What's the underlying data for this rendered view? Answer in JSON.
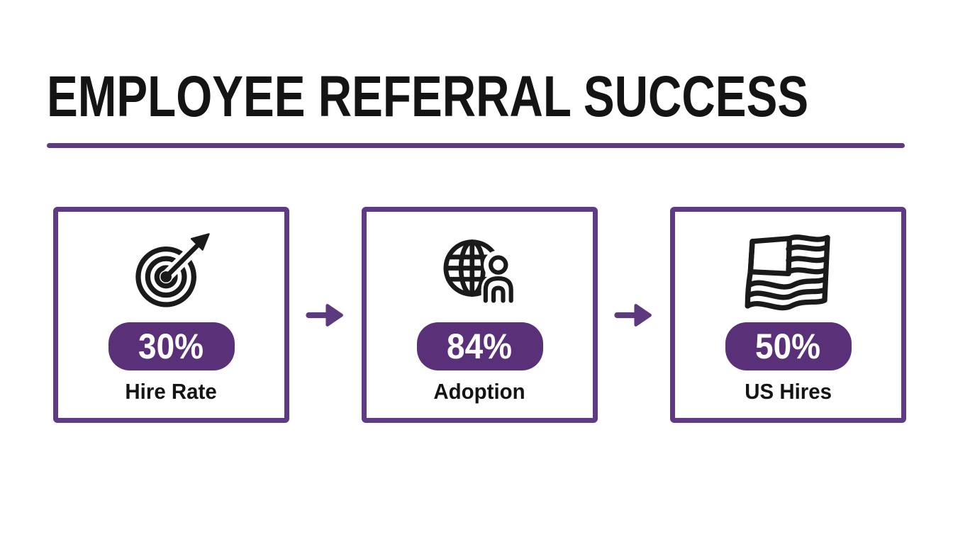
{
  "title": "EMPLOYEE REFERRAL SUCCESS",
  "colors": {
    "accent": "#5c3a7d",
    "card_border": "#5e3a87",
    "pill_background": "#5a3178",
    "pill_text": "#ffffff",
    "ink": "#1a1a1a"
  },
  "cards": [
    {
      "icon": "target-icon",
      "value": "30%",
      "label": "Hire Rate"
    },
    {
      "icon": "globe-user-icon",
      "value": "84%",
      "label": "Adoption"
    },
    {
      "icon": "us-flag-icon",
      "value": "50%",
      "label": "US Hires"
    }
  ]
}
